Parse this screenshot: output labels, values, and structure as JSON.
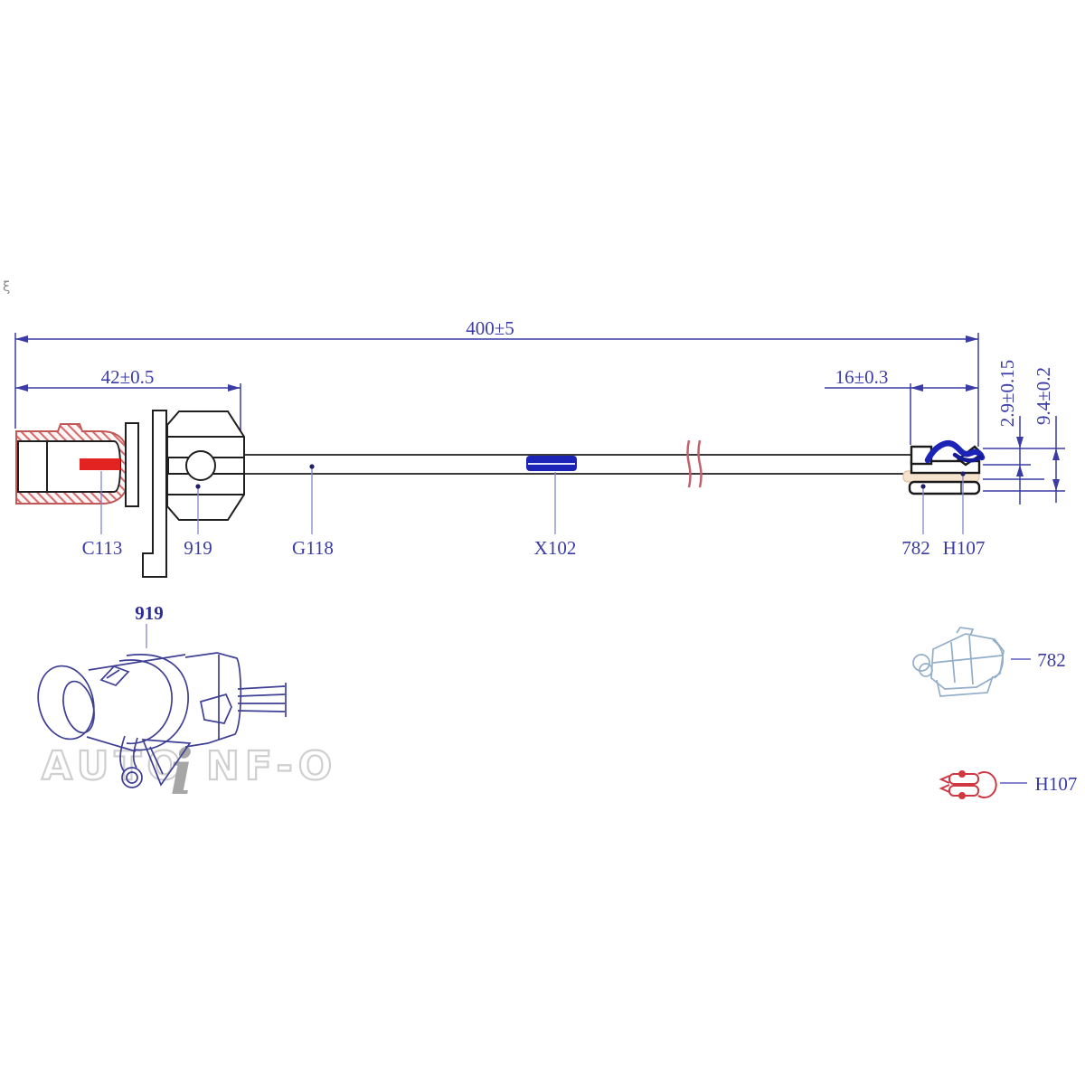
{
  "page": {
    "background": "#ffffff",
    "corner_mark": "ξ"
  },
  "side_view": {
    "dimensions": {
      "overall_length": "400±5",
      "connector_length": "42±0.5",
      "end_length": "16±0.3",
      "end_height_inner": "2.9±0.15",
      "end_height_outer": "9.4±0.2"
    },
    "callouts": {
      "plug": "C113",
      "grommet": "919",
      "cable": "G118",
      "sleeve": "X102",
      "clip": "782",
      "contact": "H107"
    }
  },
  "details": {
    "grommet": {
      "label": "919"
    },
    "clip": {
      "label": "782"
    },
    "contact": {
      "label": "H107"
    }
  },
  "watermark": {
    "left": "AUTO",
    "i": "i",
    "right": "NF-O"
  },
  "colors": {
    "dimension_blue": "#3b3ba5",
    "leader_blue": "#8585cd",
    "outline_black": "#1f1f1f",
    "hatch_red": "#d96a6a",
    "hatch_outline_red": "#c05858",
    "terminal_red": "#e32222",
    "wire_navy": "#1c24b8",
    "break_mark_red": "#c0626e",
    "cream_strip": "#f5e3cd",
    "detail_navy": "#3f3f95",
    "detail_steel_blue": "#93aec9",
    "clip_red": "#cf3742",
    "watermark_gray": "#cfcfcf"
  }
}
